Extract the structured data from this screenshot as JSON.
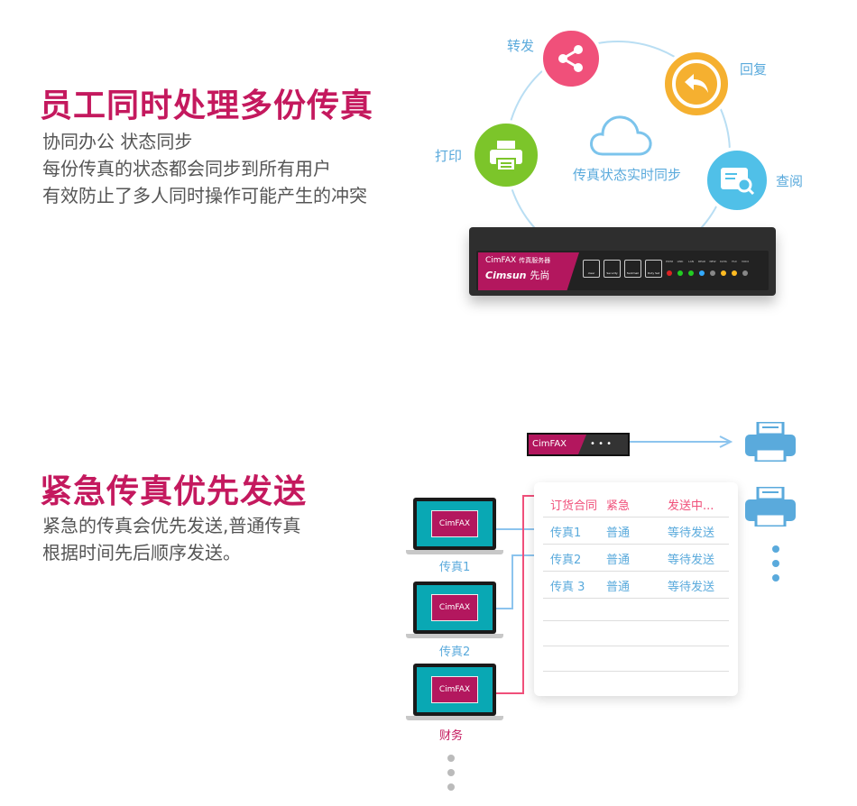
{
  "section1": {
    "title": "员工同时处理多份传真",
    "lines": [
      "协同办公 状态同步",
      "每份传真的状态都会同步到所有用户",
      "有效防止了多人同时操作可能产生的冲突"
    ],
    "icons": {
      "forward": "转发",
      "reply": "回复",
      "print": "打印",
      "view": "查阅",
      "cloud": "传真状态实时同步"
    },
    "device": {
      "brand": "CimFAX",
      "brand_sub": "传真服务器",
      "logo": "Cimsun",
      "logo_cn": "先尚",
      "buttons": [
        "clear",
        "Security",
        "fax2mail",
        "Duty Set"
      ],
      "leds": [
        "POWER",
        "LINK",
        "LAN",
        "READY",
        "NEW",
        "DATA",
        "FAX",
        "VOICE"
      ]
    }
  },
  "section2": {
    "title": "紧急传真优先发送",
    "lines": [
      "紧急的传真会优先发送,普通传真",
      "根据时间先后顺序发送。"
    ],
    "device_label": "CimFAX",
    "device_dots": "• • •",
    "laptops": [
      {
        "screen": "CimFAX",
        "label": "传真1"
      },
      {
        "screen": "CimFAX",
        "label": "传真2"
      },
      {
        "screen": "CimFAX",
        "label": "财务"
      }
    ],
    "queue": [
      {
        "name": "订货合同",
        "priority": "紧急",
        "status": "发送中..."
      },
      {
        "name": "传真1",
        "priority": "普通",
        "status": "等待发送"
      },
      {
        "name": "传真2",
        "priority": "普通",
        "status": "等待发送"
      },
      {
        "name": "传真 3",
        "priority": "普通",
        "status": "等待发送"
      }
    ]
  },
  "colors": {
    "brand": "#c4195e",
    "blue": "#5aaadc",
    "pink": "#f0507a"
  }
}
